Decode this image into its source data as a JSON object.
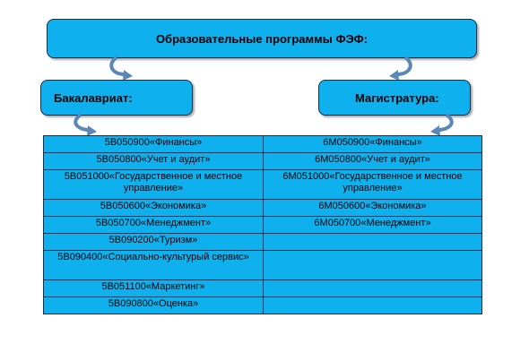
{
  "title": "Образовательные программы ФЭФ:",
  "bachelor": {
    "label": "Бакалавриат:"
  },
  "master": {
    "label": "Магистратура:"
  },
  "table": {
    "rows": [
      {
        "bachelor": "5B050900«Финансы»",
        "master": "6M050900«Финансы»"
      },
      {
        "bachelor": "5B050800«Учет и аудит»",
        "master": "6M050800«Учет и аудит»"
      },
      {
        "bachelor": "5B051000«Государственное и местное управление»",
        "master": "6M051000«Государственное и местное управление»"
      },
      {
        "bachelor": "5B050600«Экономика»",
        "master": "6M050600«Экономика»"
      },
      {
        "bachelor": "5B050700«Менеджмент»",
        "master": "6M050700«Менеджмент»"
      },
      {
        "bachelor": "5B090200«Туризм»",
        "master": ""
      },
      {
        "bachelor": "5B090400«Социально-культурый сервис»",
        "master": ""
      },
      {
        "bachelor": "5B051100«Маркетинг»",
        "master": ""
      },
      {
        "bachelor": "5B090800«Оценка»",
        "master": ""
      }
    ]
  },
  "colors": {
    "box_fill": "#0fb0ee",
    "border": "#1c2d4a",
    "arrow": "#5a87b5"
  }
}
